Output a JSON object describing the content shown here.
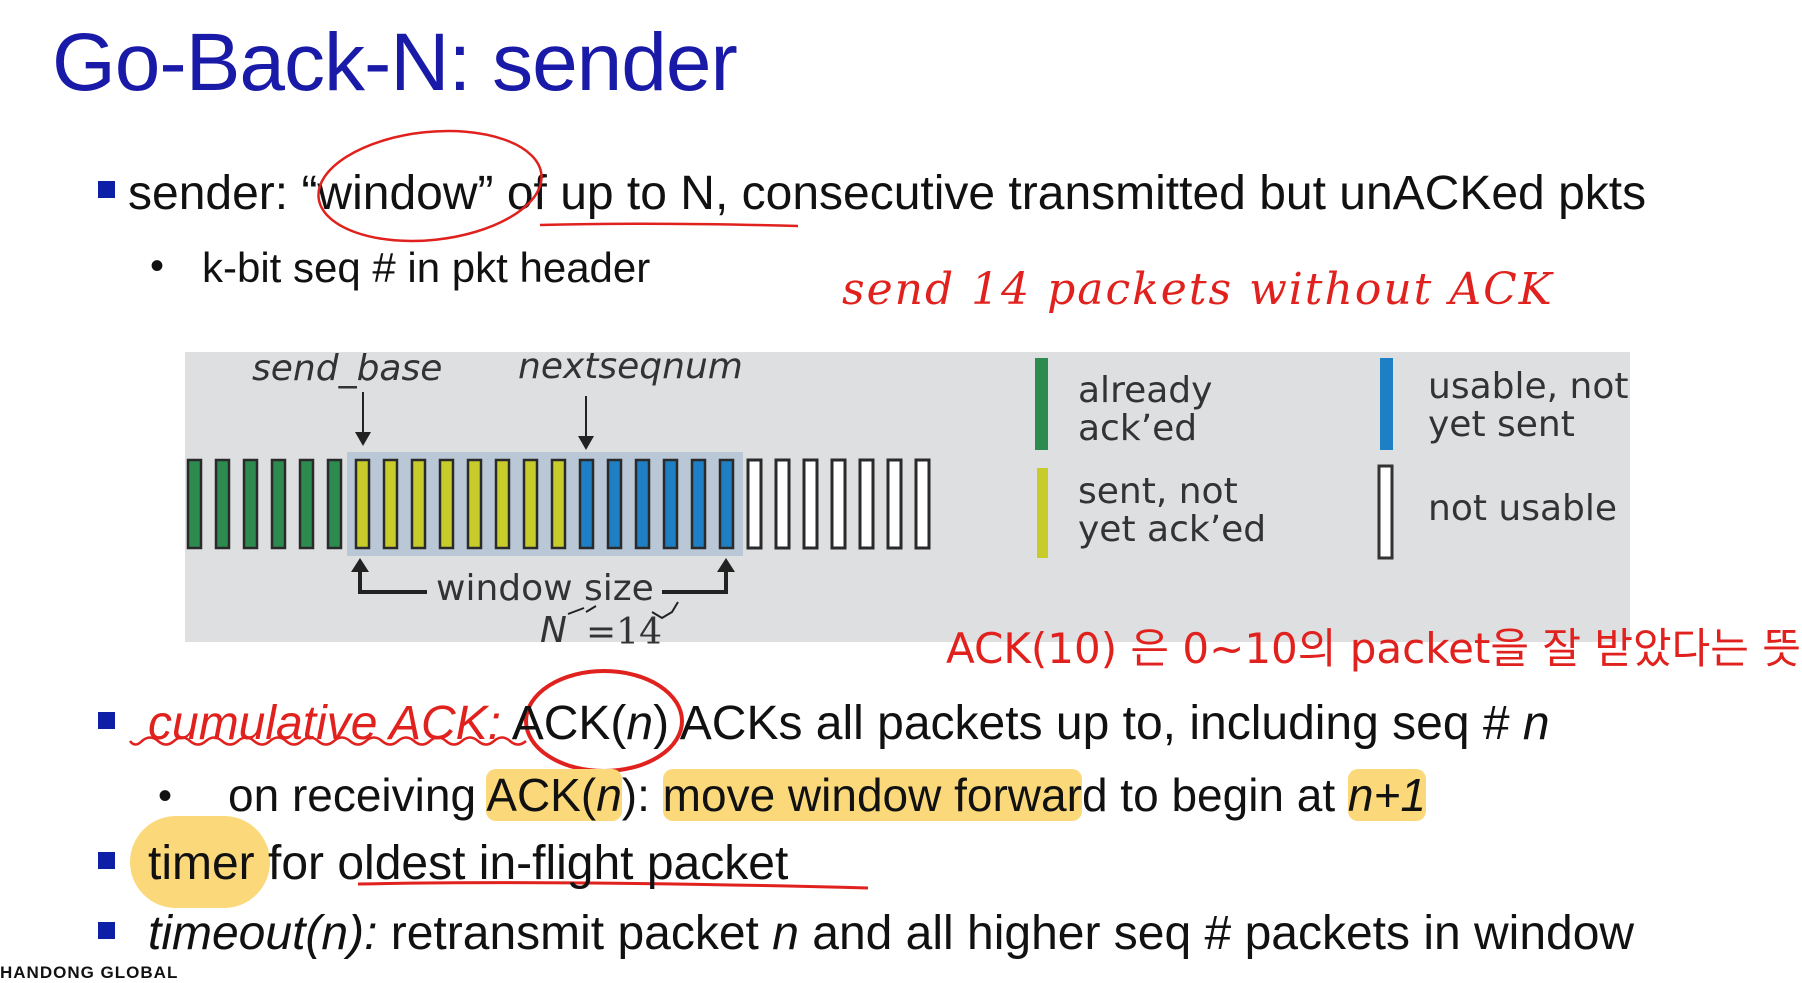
{
  "title": "Go-Back-N: sender",
  "bullets": {
    "b1_pre": "sender",
    "b1_window": ": “window”",
    "b1_post": " of up to N, consecutive transmitted but unACKed pkts",
    "sub1": "k-bit seq # in pkt header",
    "b2_term": "cumulative ACK:",
    "b2_ack_a": " ACK(",
    "b2_ack_n": "n",
    "b2_ack_b": ")",
    "b2_rest": " ACKs all packets up to, including seq # ",
    "b2_n": "n",
    "sub2_a": "on receiving ",
    "sub2_ack": "ACK(",
    "sub2_ackn": "n",
    "sub2_ackc": ")",
    "sub2_b": ": ",
    "sub2_move": "move window forwar",
    "sub2_c": "d to begin at ",
    "sub2_n1": "n+1",
    "b3_timer": "timer",
    "b3_rest": " for oldest in-flight packet",
    "b4_term": "timeout(n):",
    "b4_a": " retransmit packet ",
    "b4_n": "n",
    "b4_b": " and all higher seq # packets in window"
  },
  "diagram": {
    "send_base": "send_base",
    "nextseqnum": "nextseqnum",
    "window_size": "window size",
    "N": "N",
    "legend": {
      "acked": "already\nack’ed",
      "sent": "sent, not\nyet ack’ed",
      "usable": "usable, not\nyet sent",
      "not_usable": "not usable"
    },
    "colors": {
      "acked": "#2e8b4f",
      "sent": "#c8cc2a",
      "usable": "#1f7fc4",
      "not_usable": "#ffffff",
      "window_bg": "#b9c7d6"
    },
    "counts": {
      "acked": 6,
      "sent": 8,
      "usable": 6,
      "not_usable": 7
    }
  },
  "annotations": {
    "send_note": "send 14 packets without ACK",
    "n_value": "=14",
    "ack_note": "ACK(10) 은 0~10의 packet을 잘 받았다는 뜻."
  },
  "footer": {
    "logo": "HANDONG GLOBAL"
  }
}
